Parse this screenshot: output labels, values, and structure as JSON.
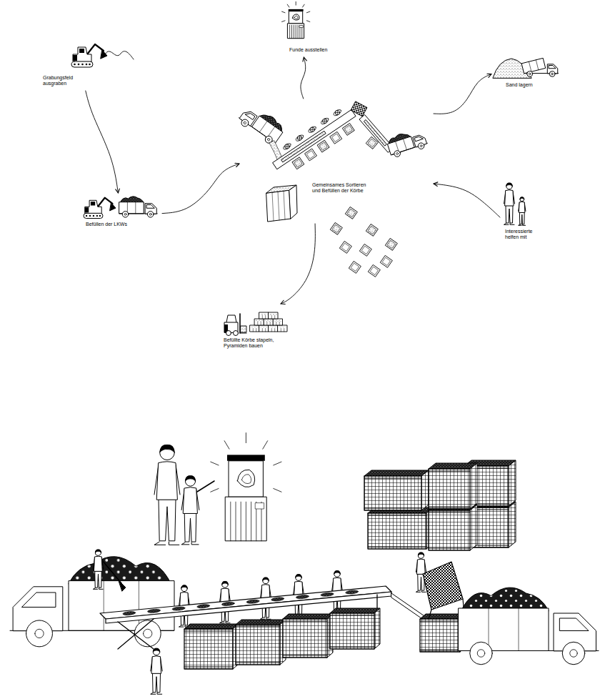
{
  "diagram": {
    "nodes": [
      {
        "text": [
          "Funde ausstellen"
        ]
      },
      {
        "text": [
          "Grabungsfeld ausgraben"
        ]
      },
      {
        "text": [
          "Sand lagern"
        ]
      },
      {
        "text": [
          "Gemeinsames Sortieren und Befüllen der Körbe"
        ]
      },
      {
        "text": [
          "Befüllen der LKWs"
        ]
      },
      {
        "text": [
          "Interessierte helfen mit"
        ]
      },
      {
        "text": [
          "Befüllte Körbe stapeln, Pyramiden bauen"
        ]
      }
    ],
    "edges": [
      {
        "from": 1,
        "to": 4,
        "arrow": "to"
      },
      {
        "from": 4,
        "to": 3,
        "arrow": "to"
      },
      {
        "from": 3,
        "to": 0,
        "arrow": "to"
      },
      {
        "from": 3,
        "to": 2,
        "arrow": "to"
      },
      {
        "from": 5,
        "to": 3,
        "arrow": "to"
      },
      {
        "from": 3,
        "to": 6,
        "arrow": "to"
      }
    ]
  }
}
